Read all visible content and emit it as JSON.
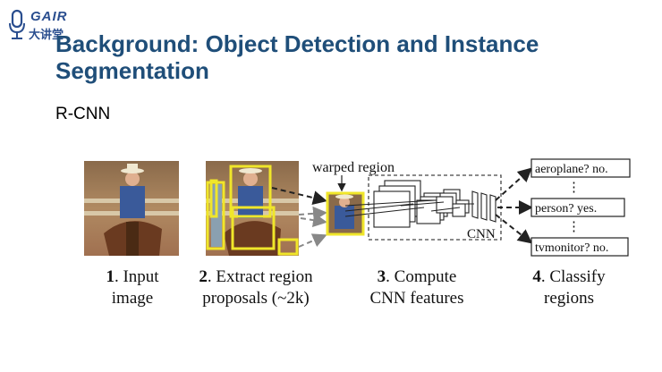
{
  "logo": {
    "top": "GAIR",
    "bottom": "大讲堂"
  },
  "slide": {
    "title": "Background: Object Detection and Instance Segmentation",
    "subtitle": "R-CNN"
  },
  "diagram": {
    "warped_label": "warped region",
    "cnn_label": "CNN",
    "classes": [
      "aeroplane? no.",
      "person? yes.",
      "tvmonitor? no."
    ],
    "ellipsis": "⋮",
    "steps": [
      {
        "num": "1",
        "text_1": ". Input",
        "text_2": "image"
      },
      {
        "num": "2",
        "text_1": ". Extract region",
        "text_2": "proposals (~2k)"
      },
      {
        "num": "3",
        "text_1": ". Compute",
        "text_2": "CNN features"
      },
      {
        "num": "4",
        "text_1": ". Classify",
        "text_2": "regions"
      }
    ]
  },
  "colors": {
    "title": "#1f4e79",
    "proposal_box": "#f0e62a"
  }
}
